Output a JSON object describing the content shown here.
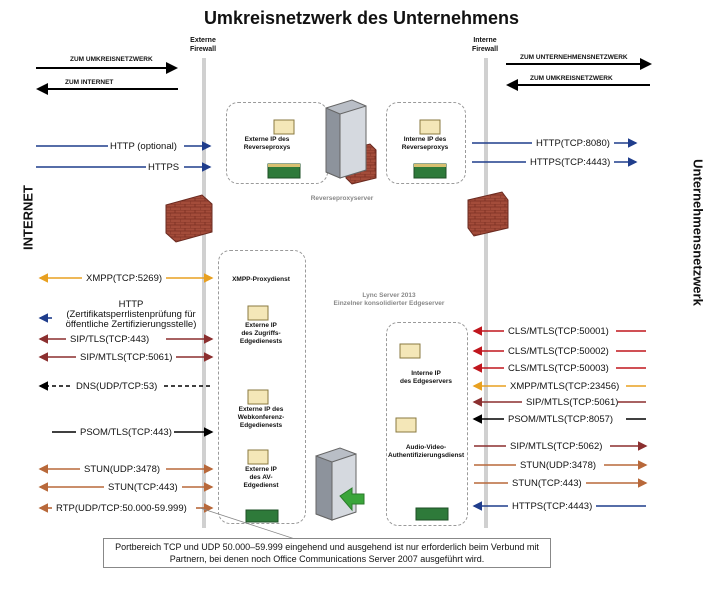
{
  "title": "Umkreisnetzwerk des Unternehmens",
  "firewalls": {
    "external": "Externe\nFirewall",
    "internal": "Interne\nFirewall"
  },
  "sides": {
    "left": "INTERNET",
    "right": "Unternehmensnetzwerk"
  },
  "top_legend": {
    "to_perimeter": "ZUM UMKREISNETZWERK",
    "to_internet": "ZUM INTERNET",
    "to_corp": "ZUM UNTERNEHMENSNETZWERK",
    "to_perimeter_right": "ZUM UMKREISNETZWERK"
  },
  "reverse_proxy": {
    "external_ip": "Externe IP des\nReverseproxys",
    "internal_ip": "Interne IP des\nReverseproxys",
    "server_label": "Reverseproxyserver"
  },
  "edge": {
    "caption": "Lync Server 2013\nEinzelner konsolidierter Edgeserver",
    "xmpp": "XMPP-Proxydienst",
    "access_ext": "Externe IP\ndes Zugriffs-\nEdgedienests",
    "webconf_ext": "Externe IP des\nWebkonferenz-\nEdgedienests",
    "av_ext": "Externe IP\ndes AV-\nEdgedienst",
    "internal_ip": "Interne IP\ndes Edgeservers",
    "av_auth": "Audio-Video-\nAuthentifizierungsdienst"
  },
  "left_protocols": [
    {
      "label": "HTTP (optional)",
      "color": "#1f3d8c"
    },
    {
      "label": "HTTPS",
      "color": "#1f3d8c"
    },
    {
      "label": "XMPP(TCP:5269)",
      "color": "#e8a020"
    },
    {
      "label": "HTTP\n(Zertifikatsperrlistenprüfung für\nöffentliche Zertifizierungsstelle)",
      "color": "#1f3d8c"
    },
    {
      "label": "SIP/TLS(TCP:443)",
      "color": "#8b2f2f"
    },
    {
      "label": "SIP/MTLS(TCP:5061)",
      "color": "#8b2f2f"
    },
    {
      "label": "DNS(UDP/TCP:53)",
      "color": "#000000"
    },
    {
      "label": "PSOM/TLS(TCP:443)",
      "color": "#000000"
    },
    {
      "label": "STUN(UDP:3478)",
      "color": "#b8683a"
    },
    {
      "label": "STUN(TCP:443)",
      "color": "#b8683a"
    },
    {
      "label": "RTP(UDP/TCP:50.000-59.999)",
      "color": "#b8683a"
    }
  ],
  "right_protocols": [
    {
      "label": "HTTP(TCP:8080)",
      "color": "#1f3d8c"
    },
    {
      "label": "HTTPS(TCP:4443)",
      "color": "#1f3d8c"
    },
    {
      "label": "CLS/MTLS(TCP:50001)",
      "color": "#c0161d"
    },
    {
      "label": "CLS/MTLS(TCP:50002)",
      "color": "#c0161d"
    },
    {
      "label": "CLS/MTLS(TCP:50003)",
      "color": "#c0161d"
    },
    {
      "label": "XMPP/MTLS(TCP:23456)",
      "color": "#e8a020"
    },
    {
      "label": "SIP/MTLS(TCP:5061)",
      "color": "#8b2f2f"
    },
    {
      "label": "PSOM/MTLS(TCP:8057)",
      "color": "#000000"
    },
    {
      "label": "SIP/MTLS(TCP:5062)",
      "color": "#8b2f2f"
    },
    {
      "label": "STUN(UDP:3478)",
      "color": "#b8683a"
    },
    {
      "label": "STUN(TCP:443)",
      "color": "#b8683a"
    },
    {
      "label": "HTTPS(TCP:4443)",
      "color": "#1f3d8c"
    }
  ],
  "note": "Portbereich TCP und UDP 50.000–59.999 eingehend und ausgehend ist nur erforderlich beim Verbund mit Partnern, bei denen noch Office Communications Server 2007 ausgeführt wird."
}
